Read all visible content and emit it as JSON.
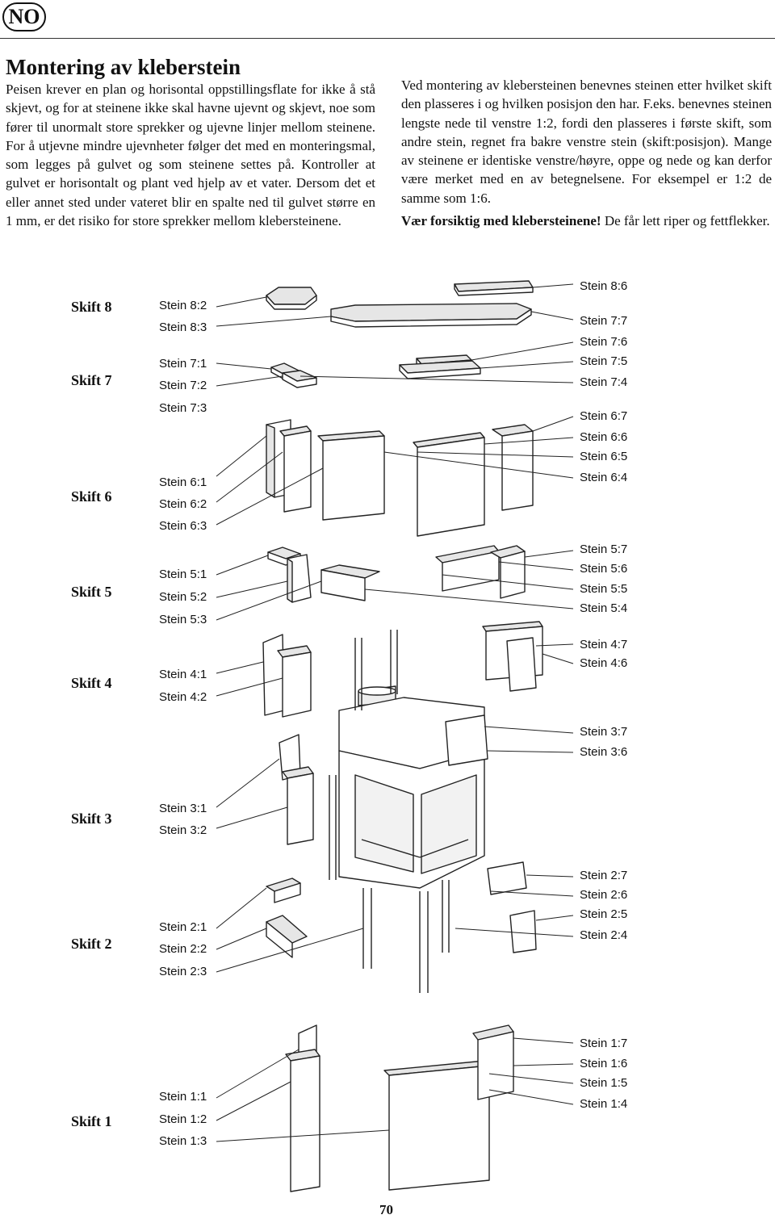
{
  "badge": "NO",
  "title": "Montering av kleberstein",
  "left_paragraph": "Peisen krever en plan og horisontal oppstillingsflate for ikke å stå skjevt, og for at steinene ikke skal havne ujevnt og skjevt, noe som fører til unormalt store sprekker og ujevne linjer mellom steinene. For å utjevne mindre ujevnheter følger det med en monteringsmal, som legges på gulvet og som steinene settes på. Kontroller at gulvet er horisontalt og plant ved hjelp av et vater. Dersom det et eller annet sted under vateret blir en spalte ned til gulvet større en 1 mm, er det risiko for store sprekker mellom klebersteinene.",
  "right_paragraph": "Ved montering av klebersteinen benevnes steinen etter hvilket skift den plasseres i og hvilken posisjon den har. F.eks. benevnes steinen lengste nede til venstre 1:2, fordi den plasseres i første skift, som andre stein, regnet fra bakre venstre stein (skift:posisjon). Mange av steinene er identiske venstre/høyre, oppe og nede og kan derfor være merket med en av betegnelsene. For eksempel er 1:2 de samme som 1:6.",
  "warning_bold": "Vær forsiktig med klebersteinene!",
  "warning_rest": " De får lett riper og fettflekker.",
  "skift": [
    "Skift 8",
    "Skift 7",
    "Skift 6",
    "Skift 5",
    "Skift 4",
    "Skift 3",
    "Skift 2",
    "Skift 1"
  ],
  "left_labels": {
    "s8": [
      "Stein 8:2",
      "Stein 8:3"
    ],
    "s7": [
      "Stein 7:1",
      "Stein 7:2",
      "Stein 7:3"
    ],
    "s6": [
      "Stein 6:1",
      "Stein 6:2",
      "Stein 6:3"
    ],
    "s5": [
      "Stein 5:1",
      "Stein 5:2",
      "Stein 5:3"
    ],
    "s4": [
      "Stein 4:1",
      "Stein 4:2"
    ],
    "s3": [
      "Stein 3:1",
      "Stein 3:2"
    ],
    "s2": [
      "Stein 2:1",
      "Stein 2:2",
      "Stein 2:3"
    ],
    "s1": [
      "Stein 1:1",
      "Stein 1:2",
      "Stein 1:3"
    ]
  },
  "right_labels": {
    "s8": [
      "Stein 8:6"
    ],
    "s7": [
      "Stein 7:7",
      "Stein 7:6",
      "Stein 7:5",
      "Stein 7:4"
    ],
    "s6": [
      "Stein 6:7",
      "Stein 6:6",
      "Stein 6:5",
      "Stein 6:4"
    ],
    "s5": [
      "Stein 5:7",
      "Stein 5:6",
      "Stein 5:5",
      "Stein 5:4"
    ],
    "s4": [
      "Stein 4:7",
      "Stein 4:6"
    ],
    "s3": [
      "Stein 3:7",
      "Stein 3:6"
    ],
    "s2": [
      "Stein 2:7",
      "Stein 2:6",
      "Stein 2:5",
      "Stein 2:4"
    ],
    "s1": [
      "Stein 1:7",
      "Stein 1:6",
      "Stein 1:5",
      "Stein 1:4"
    ]
  },
  "page_number": "70"
}
